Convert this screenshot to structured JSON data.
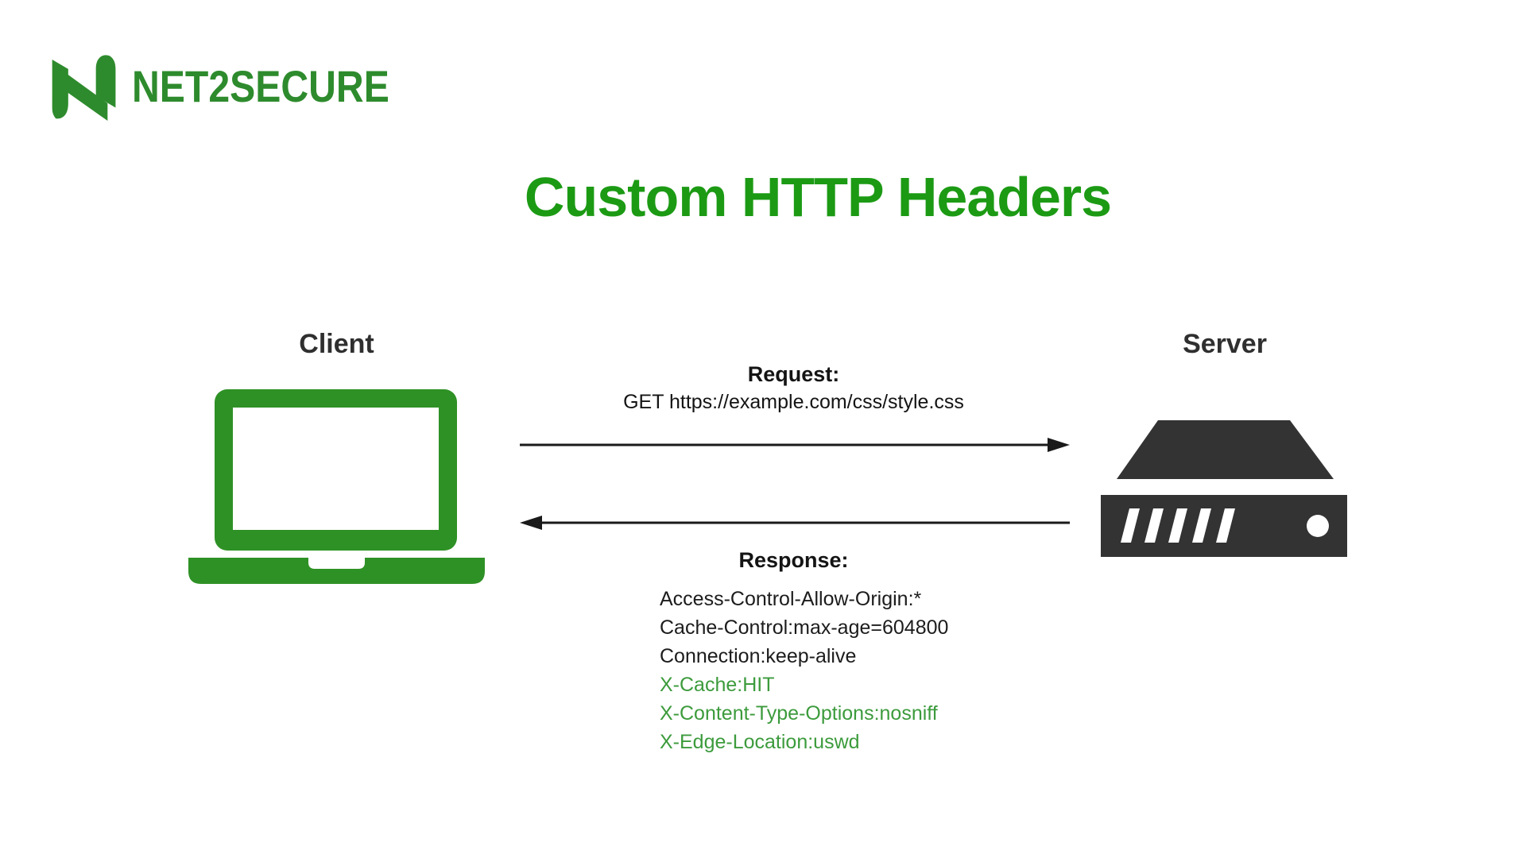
{
  "brand": {
    "name": "NET2SECURE",
    "logo_icon": "n-leaf-logo",
    "color": "#2e8b2d"
  },
  "title": {
    "text": "Custom HTTP Headers",
    "color": "#1c9a14"
  },
  "colors": {
    "brand_green": "#2e8b2d",
    "title_green": "#1c9a14",
    "laptop_green": "#2e9125",
    "server_dark": "#333333",
    "custom_header_green": "#3c9b3c",
    "text_dark": "#1c1c1c"
  },
  "client": {
    "label": "Client",
    "icon": "laptop-icon"
  },
  "server": {
    "label": "Server",
    "icon": "server-icon"
  },
  "request": {
    "label": "Request:",
    "detail": "GET https://example.com/css/style.css"
  },
  "response": {
    "label": "Response:",
    "headers": [
      {
        "text": "Access-Control-Allow-Origin:*",
        "custom": false
      },
      {
        "text": "Cache-Control:max-age=604800",
        "custom": false
      },
      {
        "text": "Connection:keep-alive",
        "custom": false
      },
      {
        "text": "X-Cache:HIT",
        "custom": true
      },
      {
        "text": "X-Content-Type-Options:nosniff",
        "custom": true
      },
      {
        "text": "X-Edge-Location:uswd",
        "custom": true
      }
    ]
  }
}
